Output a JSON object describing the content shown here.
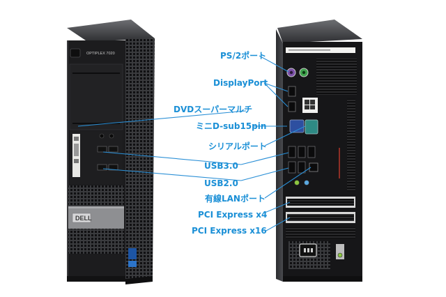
{
  "front": {
    "model_text": "OPTIPLEX 7020",
    "brand_text": "DELL"
  },
  "labels": {
    "ps2": "PS/2ポート",
    "displayport": "DisplayPort",
    "dvd": "DVDスーパーマルチ",
    "vga": "ミニD-sub15pin",
    "serial": "シリアルポート",
    "usb3": "USB3.0",
    "usb2": "USB2.0",
    "lan": "有線LANポート",
    "pcie_x4": "PCI Express x4",
    "pcie_x16": "PCI Express x16"
  },
  "colors": {
    "accent": "#1a8fd6",
    "case_dark": "#1c1c1e",
    "case_gray": "#8e8f92",
    "ps2_keyboard": "#7b4fa8",
    "ps2_mouse": "#3fa34d",
    "vga_blue": "#2d4fa0",
    "serial_teal": "#2e8a84",
    "audio_lime": "#8cc63f"
  }
}
